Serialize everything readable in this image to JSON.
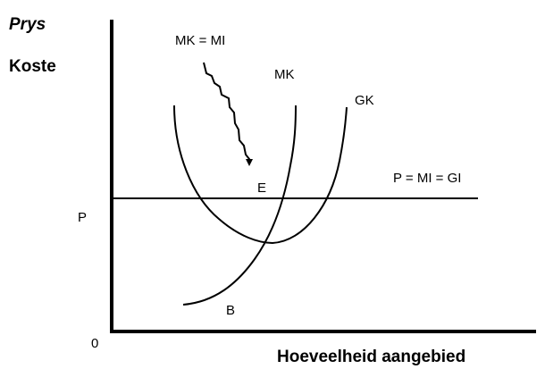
{
  "diagram": {
    "y_axis_title_line1": "Prys",
    "y_axis_title_line2": "Koste",
    "x_axis_title": "Hoeveelheid aangebied",
    "origin_label": "0",
    "price_label": "P",
    "annotation_equilibrium_condition": "MK = MI",
    "curve_labels": {
      "marginal_cost": "MK",
      "average_cost": "GK",
      "price_line": "P = MI = GI"
    },
    "point_labels": {
      "equilibrium": "E",
      "bottom": "B"
    },
    "colors": {
      "ink": "#000000",
      "background": "#ffffff"
    }
  }
}
